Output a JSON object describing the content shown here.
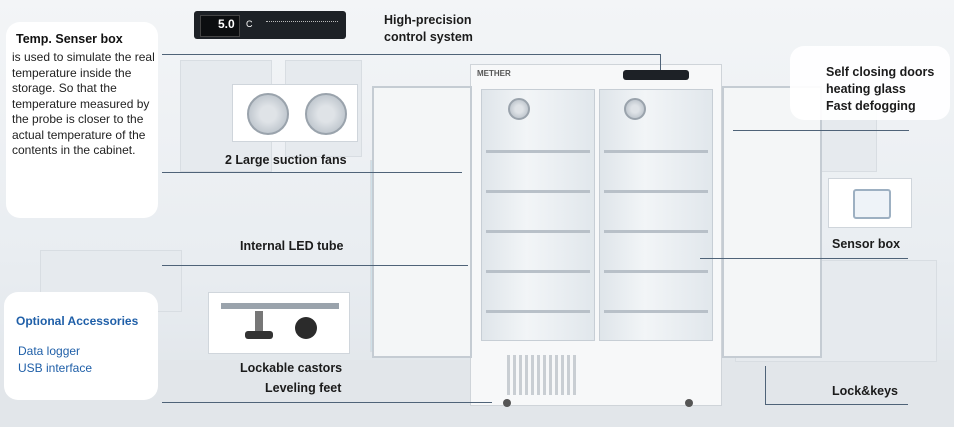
{
  "display": {
    "temperature": "5.0",
    "unit": "C"
  },
  "fridge": {
    "brand": "METHER"
  },
  "callouts": {
    "control": [
      "High-precision",
      "control system"
    ],
    "fans": "2 Large suction fans",
    "led": "Internal LED tube",
    "castors": "Lockable castors",
    "feet": "Leveling feet",
    "doors": [
      "Self closing doors",
      "heating glass",
      "Fast defogging"
    ],
    "sensor_box": "Sensor box",
    "lock": "Lock&keys"
  },
  "sensor_card": {
    "title": "Temp. Senser box",
    "body": "is used to simulate the real temperature inside the storage. So that the temperature measured by the probe is closer to the actual temperature of the contents in the cabinet."
  },
  "accessories": {
    "title": "Optional Accessories",
    "items": [
      "Data logger",
      "USB interface"
    ]
  },
  "colors": {
    "accent": "#1f5fa8",
    "line": "#4f6378"
  }
}
